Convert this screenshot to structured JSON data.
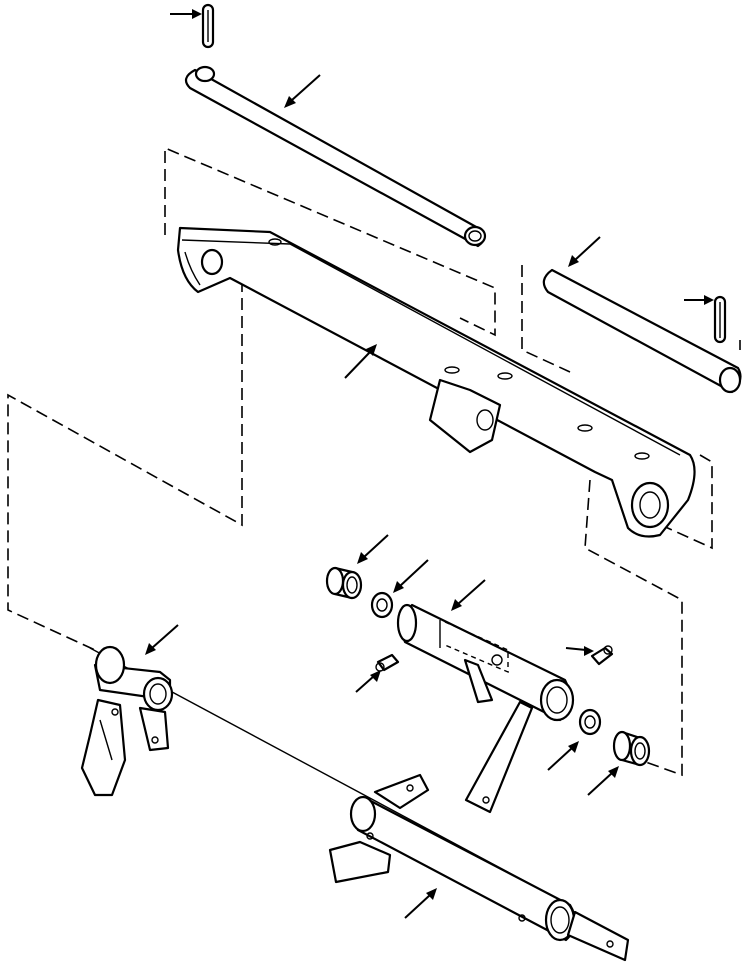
{
  "figure": {
    "colors": {
      "ink": "#000000",
      "background": "#ffffff"
    },
    "callouts": [
      "roll-pin-top-callout",
      "upper-pivot-shaft-callout",
      "right-pivot-shaft-callout",
      "roll-pin-right-callout",
      "frame-crossmember-callout",
      "left-lever-bracket-callout",
      "needle-bearing-left-callout",
      "seal-washer-left-callout",
      "rocker-tube-callout",
      "grease-fitting-right-callout",
      "grease-fitting-left-callout",
      "seal-washer-right-callout",
      "needle-bearing-right-callout",
      "lower-cross-shaft-callout"
    ]
  }
}
